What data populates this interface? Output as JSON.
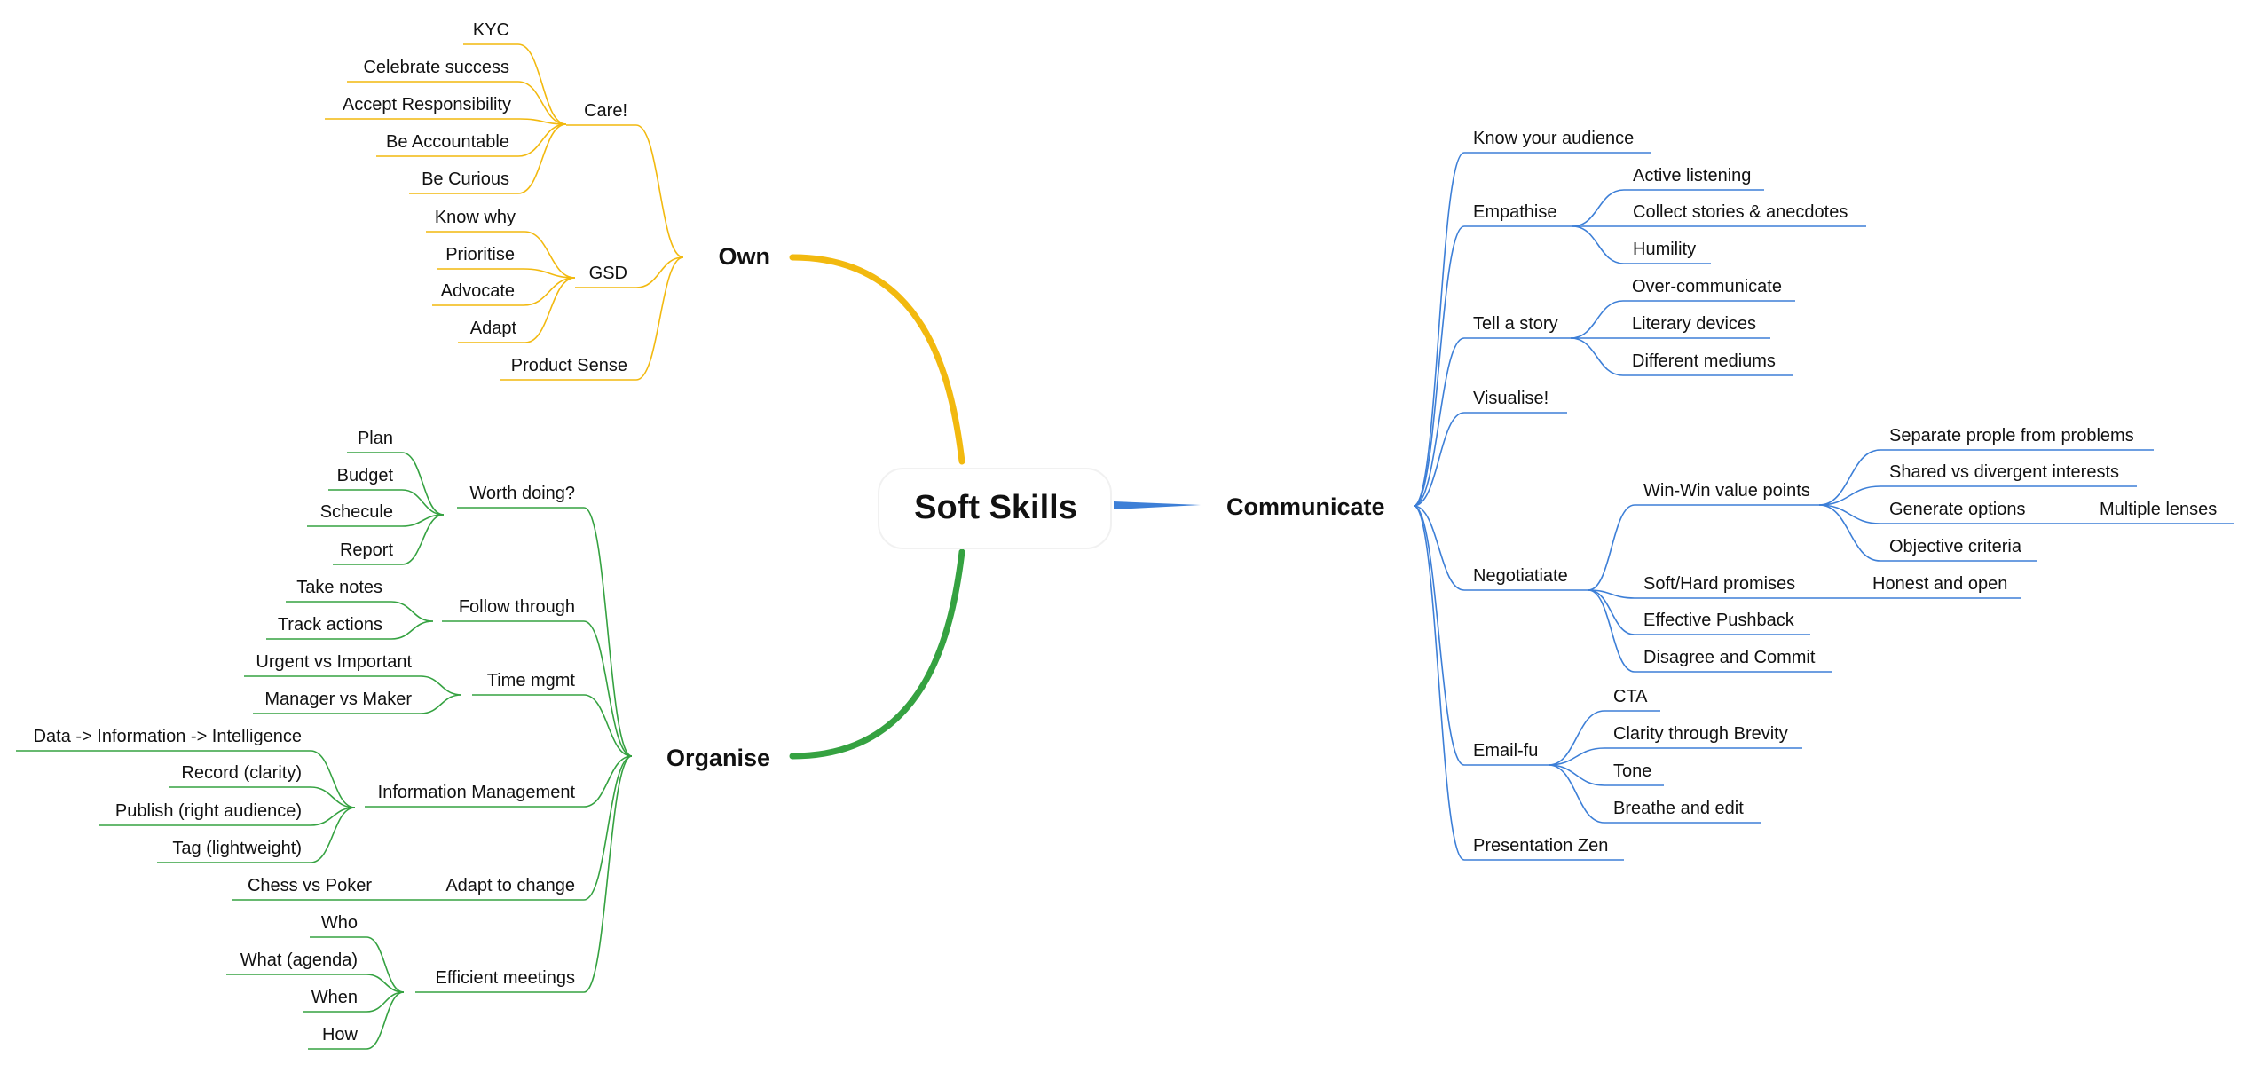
{
  "map": {
    "center": "Soft Skills",
    "colors": {
      "own": "#f2b90f",
      "organise": "#35a241",
      "communicate": "#3d7fd7"
    },
    "own": {
      "label": "Own",
      "groups": [
        {
          "label": "Care!",
          "items": [
            "KYC",
            "Celebrate success",
            "Accept Responsibility",
            "Be Accountable",
            "Be Curious"
          ]
        },
        {
          "label": "GSD",
          "items": [
            "Know why",
            "Prioritise",
            "Advocate",
            "Adapt"
          ]
        },
        {
          "label": "Product Sense",
          "items": []
        }
      ]
    },
    "organise": {
      "label": "Organise",
      "groups": [
        {
          "label": "Worth doing?",
          "items": [
            "Plan",
            "Budget",
            "Schecule",
            "Report"
          ]
        },
        {
          "label": "Follow through",
          "items": [
            "Take notes",
            "Track actions"
          ]
        },
        {
          "label": "Time mgmt",
          "items": [
            "Urgent vs Important",
            "Manager vs Maker"
          ]
        },
        {
          "label": "Information Management",
          "items": [
            "Data -> Information -> Intelligence",
            "Record (clarity)",
            "Publish (right audience)",
            "Tag (lightweight)"
          ]
        },
        {
          "label": "Adapt to change",
          "items": [
            "Chess vs Poker"
          ]
        },
        {
          "label": "Efficient meetings",
          "items": [
            "Who",
            "What (agenda)",
            "When",
            "How"
          ]
        }
      ]
    },
    "communicate": {
      "label": "Communicate",
      "groups": [
        {
          "label": "Know your audience",
          "items": []
        },
        {
          "label": "Empathise",
          "items": [
            "Active listening",
            "Collect stories & anecdotes",
            "Humility"
          ]
        },
        {
          "label": "Tell a story",
          "items": [
            "Over-communicate",
            "Literary devices",
            "Different mediums"
          ]
        },
        {
          "label": "Visualise!",
          "items": []
        },
        {
          "label": "Negotiatiate",
          "items": [
            {
              "label": "Win-Win value points",
              "items": [
                "Separate prople from problems",
                "Shared vs divergent interests",
                {
                  "label": "Generate options",
                  "items": [
                    "Multiple lenses"
                  ]
                },
                "Objective criteria"
              ]
            },
            {
              "label": "Soft/Hard promises",
              "items": [
                "Honest and open"
              ]
            },
            "Effective Pushback",
            "Disagree and Commit"
          ]
        },
        {
          "label": "Email-fu",
          "items": [
            "CTA",
            "Clarity through Brevity",
            "Tone",
            "Breathe and edit"
          ]
        },
        {
          "label": "Presentation Zen",
          "items": []
        }
      ]
    }
  }
}
